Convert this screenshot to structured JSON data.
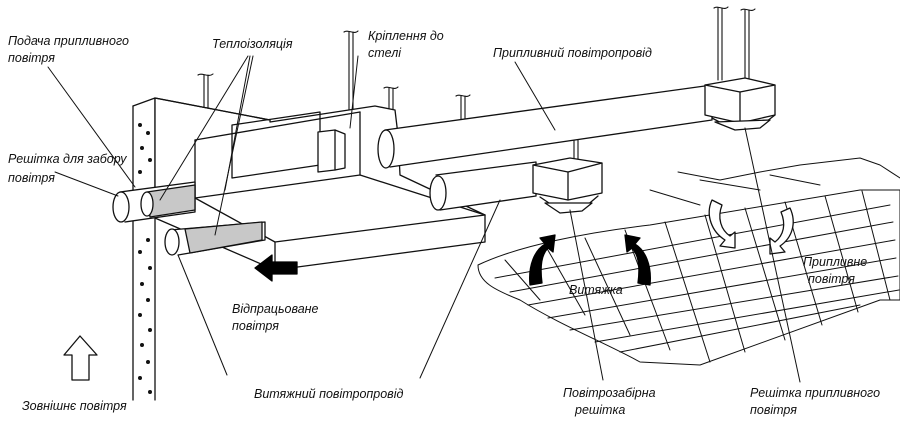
{
  "labels": {
    "supply_air_feed": [
      "Подача припливного",
      "повітря"
    ],
    "thermal_insulation": "Теплоізоляція",
    "ceiling_mount": [
      "Кріплення до",
      "стелі"
    ],
    "supply_duct": "Припливний повітропровід",
    "intake_grille": [
      "Решітка для забору",
      "повітря"
    ],
    "exhaust_air": [
      "Відпрацьоване",
      "повітря"
    ],
    "extraction": "Витяжка",
    "supply_air": [
      "Припливне",
      "повітря"
    ],
    "outdoor_air": "Зовнішнє повітря",
    "exhaust_duct": "Витяжний повітропровід",
    "air_intake_grille": [
      "Повітрозабірна",
      "решітка"
    ],
    "supply_grille": [
      "Решітка припливного",
      "повітря"
    ]
  },
  "colors": {
    "line": "#111111",
    "insulation": "#c8c8c8",
    "arrow_fill": "#000000",
    "background": "#ffffff"
  }
}
